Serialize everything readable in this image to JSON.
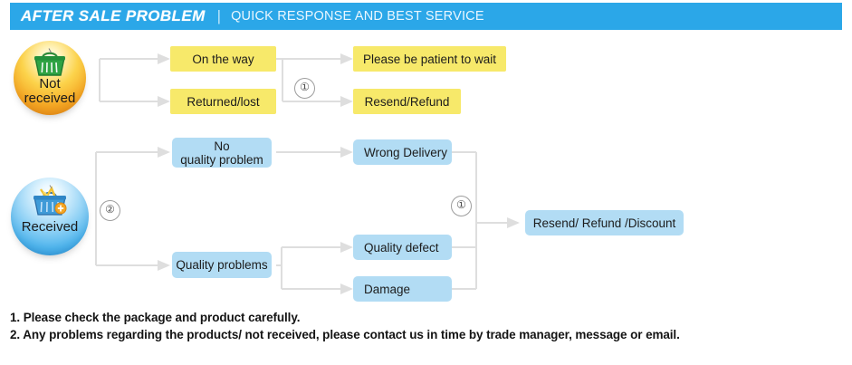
{
  "header": {
    "title": "AFTER SALE PROBLEM",
    "divider": "|",
    "subtitle": "QUICK RESPONSE AND BEST SERVICE",
    "bar_color": "#2ba7e8"
  },
  "flow": {
    "roots": [
      {
        "id": "not-received",
        "label": "Not\nreceived",
        "icon": "shopping-basket-icon",
        "accent": "#f4a522"
      },
      {
        "id": "received",
        "label": "Received",
        "icon": "shopping-basket-filled-icon",
        "accent": "#4fb5ed"
      }
    ],
    "nodes": [
      {
        "id": "on-the-way",
        "label": "On the way",
        "color": "#f7e96a"
      },
      {
        "id": "returned-lost",
        "label": "Returned/lost",
        "color": "#f7e96a"
      },
      {
        "id": "please-wait",
        "label": "Please be patient to wait",
        "color": "#f7e96a"
      },
      {
        "id": "resend-refund",
        "label": "Resend/Refund",
        "color": "#f7e96a"
      },
      {
        "id": "no-quality-problem",
        "label": "No\nquality problem",
        "color": "#b2dcf4"
      },
      {
        "id": "quality-problems",
        "label": "Quality problems",
        "color": "#b2dcf4"
      },
      {
        "id": "wrong-delivery",
        "label": "Wrong Delivery",
        "color": "#b2dcf4"
      },
      {
        "id": "quality-defect",
        "label": "Quality defect",
        "color": "#b2dcf4"
      },
      {
        "id": "damage",
        "label": "Damage",
        "color": "#b2dcf4"
      },
      {
        "id": "resend-refund-discount",
        "label": "Resend/ Refund /Discount",
        "color": "#b2dcf4"
      }
    ],
    "markers": [
      {
        "id": "marker-top-1",
        "label": "①"
      },
      {
        "id": "marker-left-2",
        "label": "②"
      },
      {
        "id": "marker-bottom-1",
        "label": "①"
      }
    ],
    "connector_color": "#dedede"
  },
  "notes": [
    "1. Please check the package and product carefully.",
    "2. Any problems regarding the products/ not received, please contact us in time by trade manager, message or email."
  ]
}
